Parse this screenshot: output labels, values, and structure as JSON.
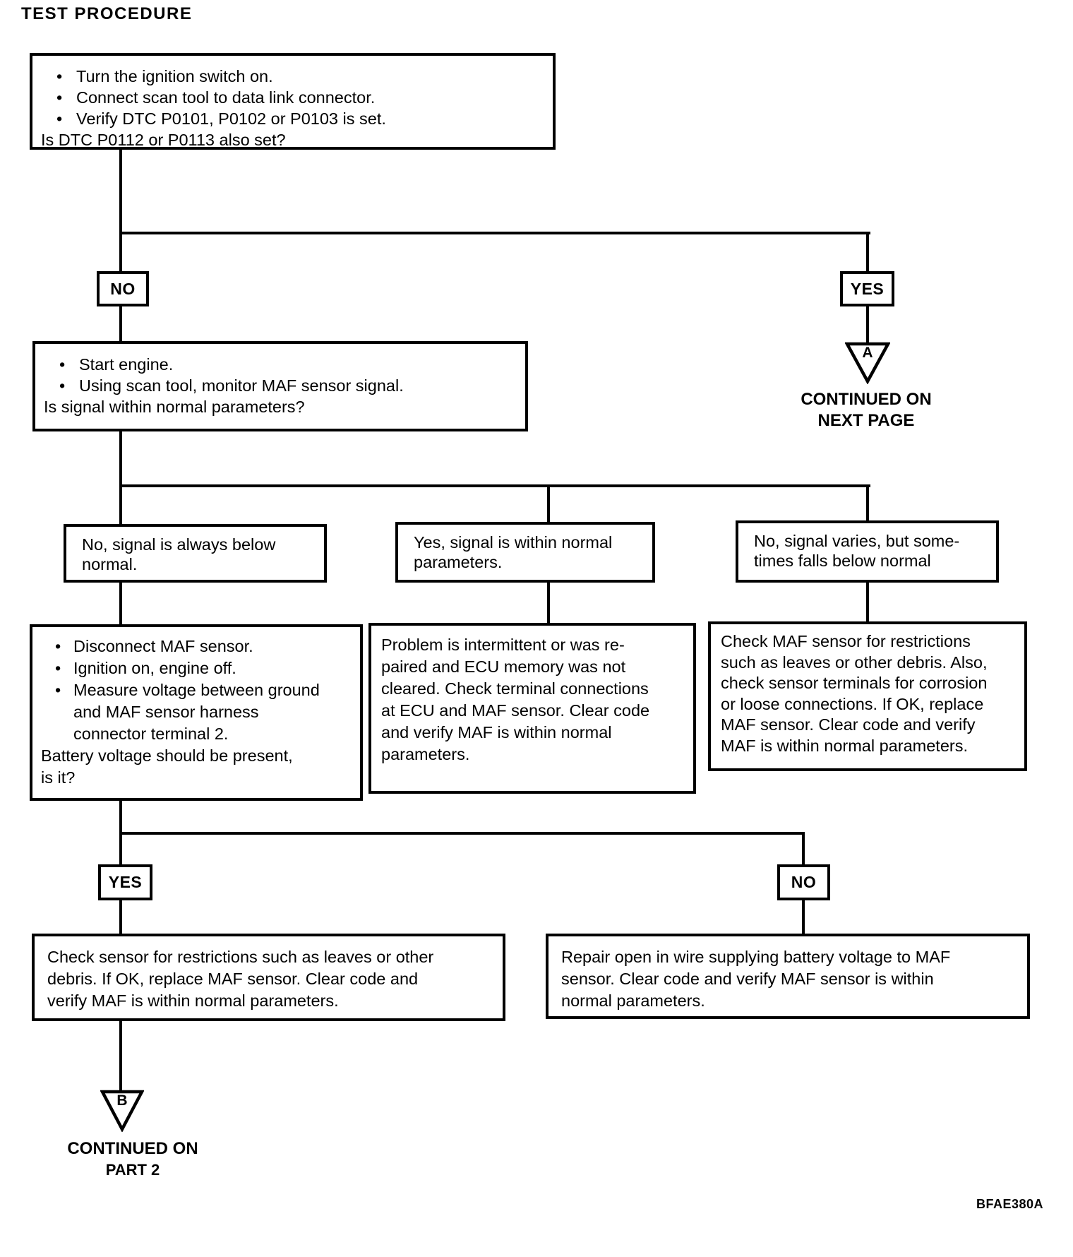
{
  "title": "TEST PROCEDURE",
  "ref_code": "BFAE380A",
  "bullet_char": "•",
  "flow": {
    "step1": {
      "bullets": [
        "Turn the ignition switch on.",
        "Connect scan tool to data link connector.",
        "Verify DTC P0101, P0102 or P0103 is set."
      ],
      "question": "Is DTC P0112 or P0113 also set?"
    },
    "split1": {
      "no_label": "NO",
      "yes_label": "YES"
    },
    "connector_a": {
      "letter": "A",
      "caption_line1": "CONTINUED ON",
      "caption_line2": "NEXT PAGE"
    },
    "step2": {
      "bullets": [
        "Start engine.",
        "Using scan tool, monitor MAF sensor signal."
      ],
      "question": "Is signal within normal parameters?"
    },
    "branches": {
      "left_label": "No, signal is always below\nnormal.",
      "middle_label": "Yes, signal is within normal\nparameters.",
      "right_label": "No, signal varies, but some-\ntimes falls below normal"
    },
    "actions": {
      "left": {
        "bullets": [
          "Disconnect MAF sensor.",
          "Ignition on, engine off.",
          "Measure voltage between ground\nand MAF sensor harness\nconnector terminal 2."
        ],
        "question": "Battery voltage should be present,\nis it?"
      },
      "middle": "Problem is intermittent or was re-\npaired and ECU memory was not\ncleared. Check terminal connections\nat ECU and MAF sensor. Clear code\nand verify MAF is within normal\nparameters.",
      "right": "Check MAF sensor for restrictions\nsuch as leaves or other debris. Also,\ncheck sensor terminals for corrosion\nor loose connections. If OK, replace\nMAF sensor. Clear code and verify\nMAF is within normal parameters."
    },
    "split2": {
      "yes_label": "YES",
      "no_label": "NO"
    },
    "results": {
      "yes": "Check sensor for restrictions such as leaves or other\ndebris. If OK, replace MAF sensor. Clear code and\nverify MAF is within normal parameters.",
      "no": "Repair open in wire supplying battery voltage to MAF\nsensor. Clear code and verify MAF sensor is within\nnormal parameters."
    },
    "connector_b": {
      "letter": "B",
      "caption_line1": "CONTINUED ON",
      "caption_line2": "PART 2"
    }
  }
}
